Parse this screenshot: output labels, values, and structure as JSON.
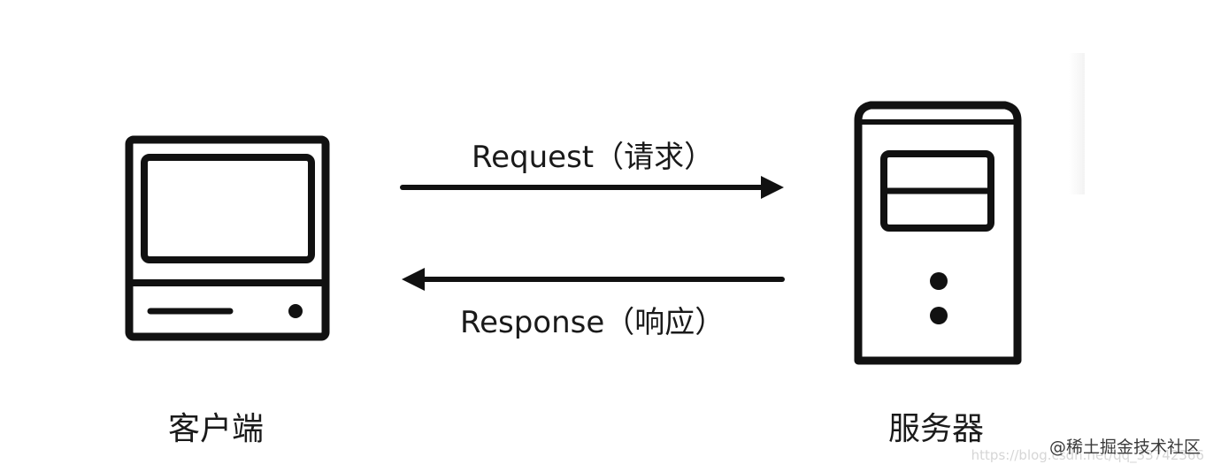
{
  "diagram": {
    "nodes": {
      "client": {
        "label": "客户端",
        "icon": "desktop-computer-icon"
      },
      "server": {
        "label": "服务器",
        "icon": "server-tower-icon"
      }
    },
    "edges": {
      "request": {
        "label": "Request（请求）",
        "from": "client",
        "to": "server"
      },
      "response": {
        "label": "Response（响应）",
        "from": "server",
        "to": "client"
      }
    }
  },
  "watermark": {
    "text": "@稀土掘金技术社区",
    "url": "https://blog.csdn.net/qq_33742366"
  },
  "colors": {
    "stroke": "#111111",
    "background": "#ffffff"
  }
}
